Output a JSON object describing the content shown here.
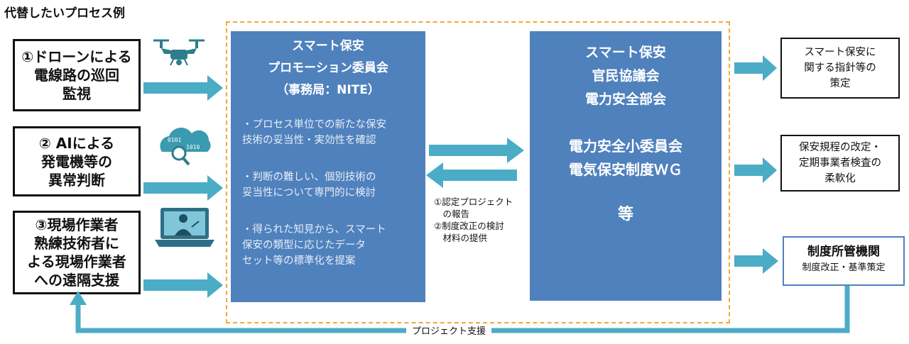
{
  "heading": "代替したいプロセス例",
  "processes": [
    {
      "lines": [
        "①ドローンによる",
        "電線路の巡回",
        "監視"
      ],
      "icon": "drone-icon"
    },
    {
      "lines": [
        "② AIによる",
        "発電機等の",
        "異常判断"
      ],
      "icon": "ai-cloud-icon"
    },
    {
      "lines": [
        "③現場作業者",
        "熟練技術者に",
        "よる現場作業者",
        "への遠隔支援"
      ],
      "icon": "remote-support-laptop-icon"
    }
  ],
  "promotion_committee": {
    "title_lines": [
      "スマート保安",
      "プロモーション委員会",
      "（事務局：NITE）"
    ],
    "bullets": [
      [
        "・プロセス単位での新たな保安",
        "技術の妥当性・実効性を確認"
      ],
      [
        "・判断の難しい、個別技術の",
        "妥当性について専門的に検討"
      ],
      [
        "・得られた知見から、スマート",
        "保安の類型に応じたデータ",
        "セット等の標準化を提案"
      ]
    ]
  },
  "council": {
    "lines": [
      "スマート保安",
      "官民協議会",
      "電力安全部会",
      "",
      "電力安全小委員会",
      "電気保安制度ＷＧ",
      "",
      "等"
    ]
  },
  "feedback_note": [
    "①認定プロジェクト",
    "　の報告",
    "②制度改正の検討",
    "　材料の提供"
  ],
  "outputs": [
    [
      "スマート保安に",
      "関する指針等の",
      "策定"
    ],
    [
      "保安規程の改定・",
      "定期事業者検査の",
      "柔軟化"
    ]
  ],
  "government": {
    "name": "制度所管機関",
    "sub": "制度改正・基準策定"
  },
  "support_label": "プロジェクト支援",
  "colors": {
    "box_blue": "#4f81bd",
    "arrow_teal": "#4bacc6",
    "dash_orange": "#f2a93b"
  }
}
